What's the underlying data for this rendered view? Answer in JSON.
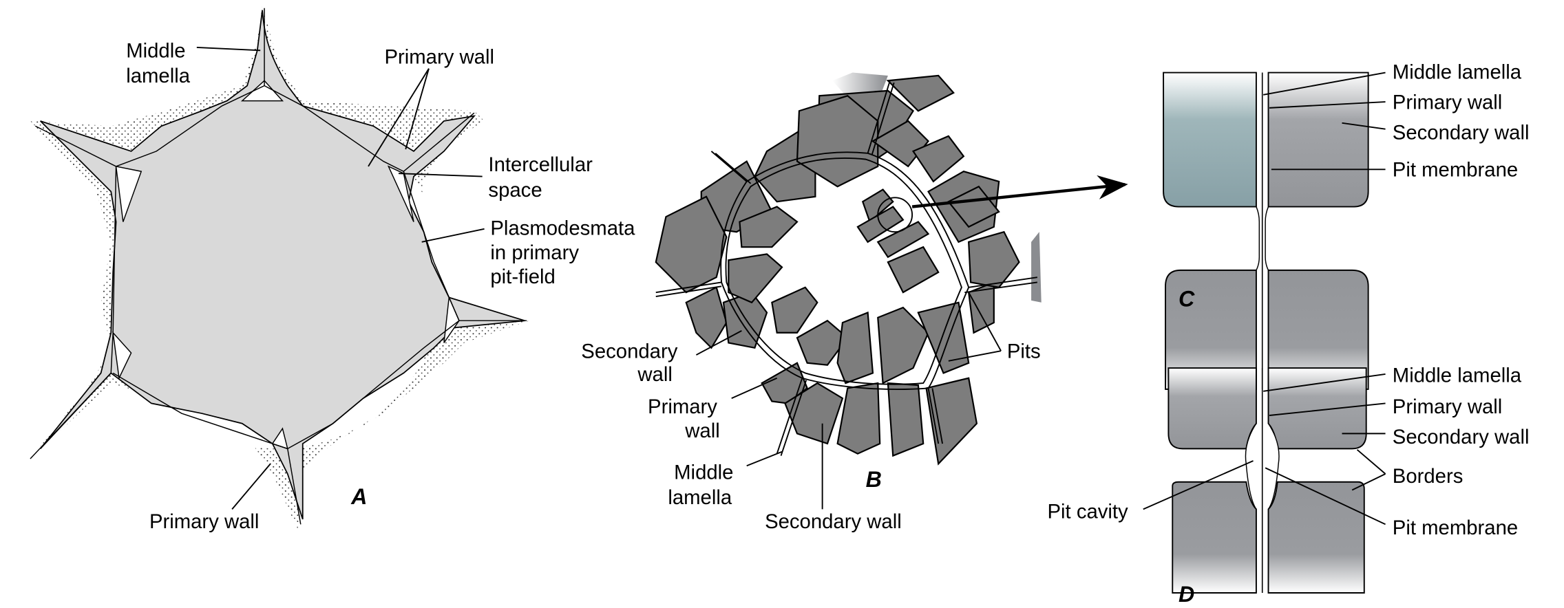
{
  "figure": {
    "panels": {
      "A": {
        "letter": "A",
        "labels": {
          "middle_lamella_1": "Middle",
          "middle_lamella_2": "lamella",
          "primary_wall_top": "Primary wall",
          "intercellular_1": "Intercellular",
          "intercellular_2": "space",
          "plasmo_1": "Plasmodesmata",
          "plasmo_2": "in primary",
          "plasmo_3": "pit-field",
          "primary_wall_bottom": "Primary wall"
        }
      },
      "B": {
        "letter": "B",
        "labels": {
          "secondary_wall_1": "Secondary",
          "secondary_wall_2": "wall",
          "primary_wall_1": "Primary",
          "primary_wall_2": "wall",
          "middle_lamella_1": "Middle",
          "middle_lamella_2": "lamella",
          "secondary_wall_bottom": "Secondary wall",
          "pits": "Pits"
        }
      },
      "C": {
        "letter": "C",
        "labels": {
          "middle_lamella": "Middle lamella",
          "primary_wall": "Primary wall",
          "secondary_wall": "Secondary wall",
          "pit_membrane": "Pit membrane"
        }
      },
      "D": {
        "letter": "D",
        "labels": {
          "middle_lamella": "Middle lamella",
          "primary_wall": "Primary wall",
          "secondary_wall": "Secondary wall",
          "borders": "Borders",
          "pit_cavity": "Pit cavity",
          "pit_membrane": "Pit membrane"
        }
      }
    },
    "colors": {
      "primary_wall_fill": "#d9d9d9",
      "secondary_wall_fill": "#7d7d7d",
      "cell_lumen_teal": "#8aa3a8",
      "wall_gray": "#96989c"
    }
  }
}
